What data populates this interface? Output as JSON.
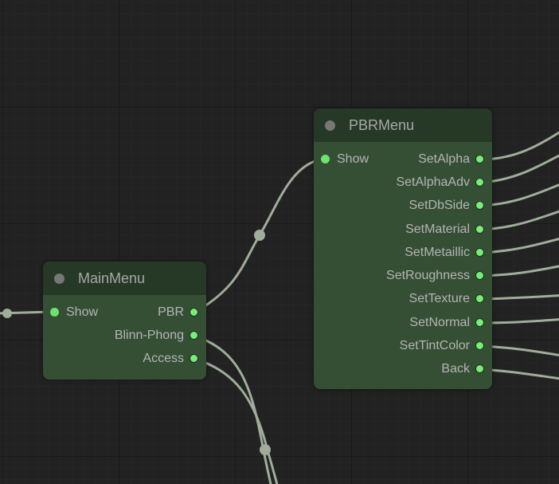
{
  "colors": {
    "canvas": "#222222",
    "node_body": "#354f35",
    "node_header": "#263826",
    "link": "#9fad9a",
    "pin_connected": "#6ee36e"
  },
  "nodes": {
    "main_menu": {
      "title": "MainMenu",
      "inputs": [
        "Show"
      ],
      "outputs": [
        "PBR",
        "Blinn-Phong",
        "Access"
      ]
    },
    "pbr_menu": {
      "title": "PBRMenu",
      "inputs": [
        "Show"
      ],
      "outputs": [
        "SetAlpha",
        "SetAlphaAdv",
        "SetDbSide",
        "SetMaterial",
        "SetMetaillic",
        "SetRoughness",
        "SetTexture",
        "SetNormal",
        "SetTintColor",
        "Back"
      ]
    }
  }
}
